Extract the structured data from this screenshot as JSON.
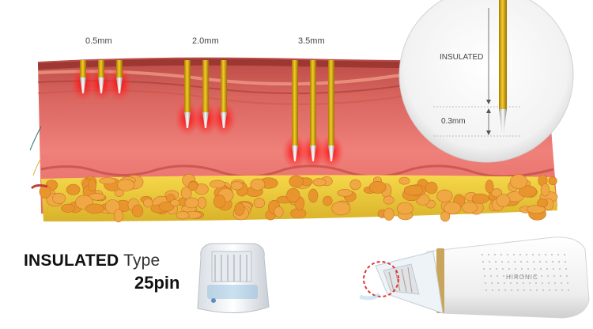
{
  "depths": [
    "0.5mm",
    "2.0mm",
    "3.5mm"
  ],
  "zoom": {
    "insulated_label": "INSULATED",
    "tip_label": "0.3mm"
  },
  "product": {
    "type_bold": "INSULATED",
    "type_light": "Type",
    "pins": "25pin",
    "brand": "HIRONIC"
  },
  "colors": {
    "gold": "#e0b400",
    "skin": "#ec7872",
    "fat": "#e9a23a",
    "glow": "#ff1f1f"
  }
}
